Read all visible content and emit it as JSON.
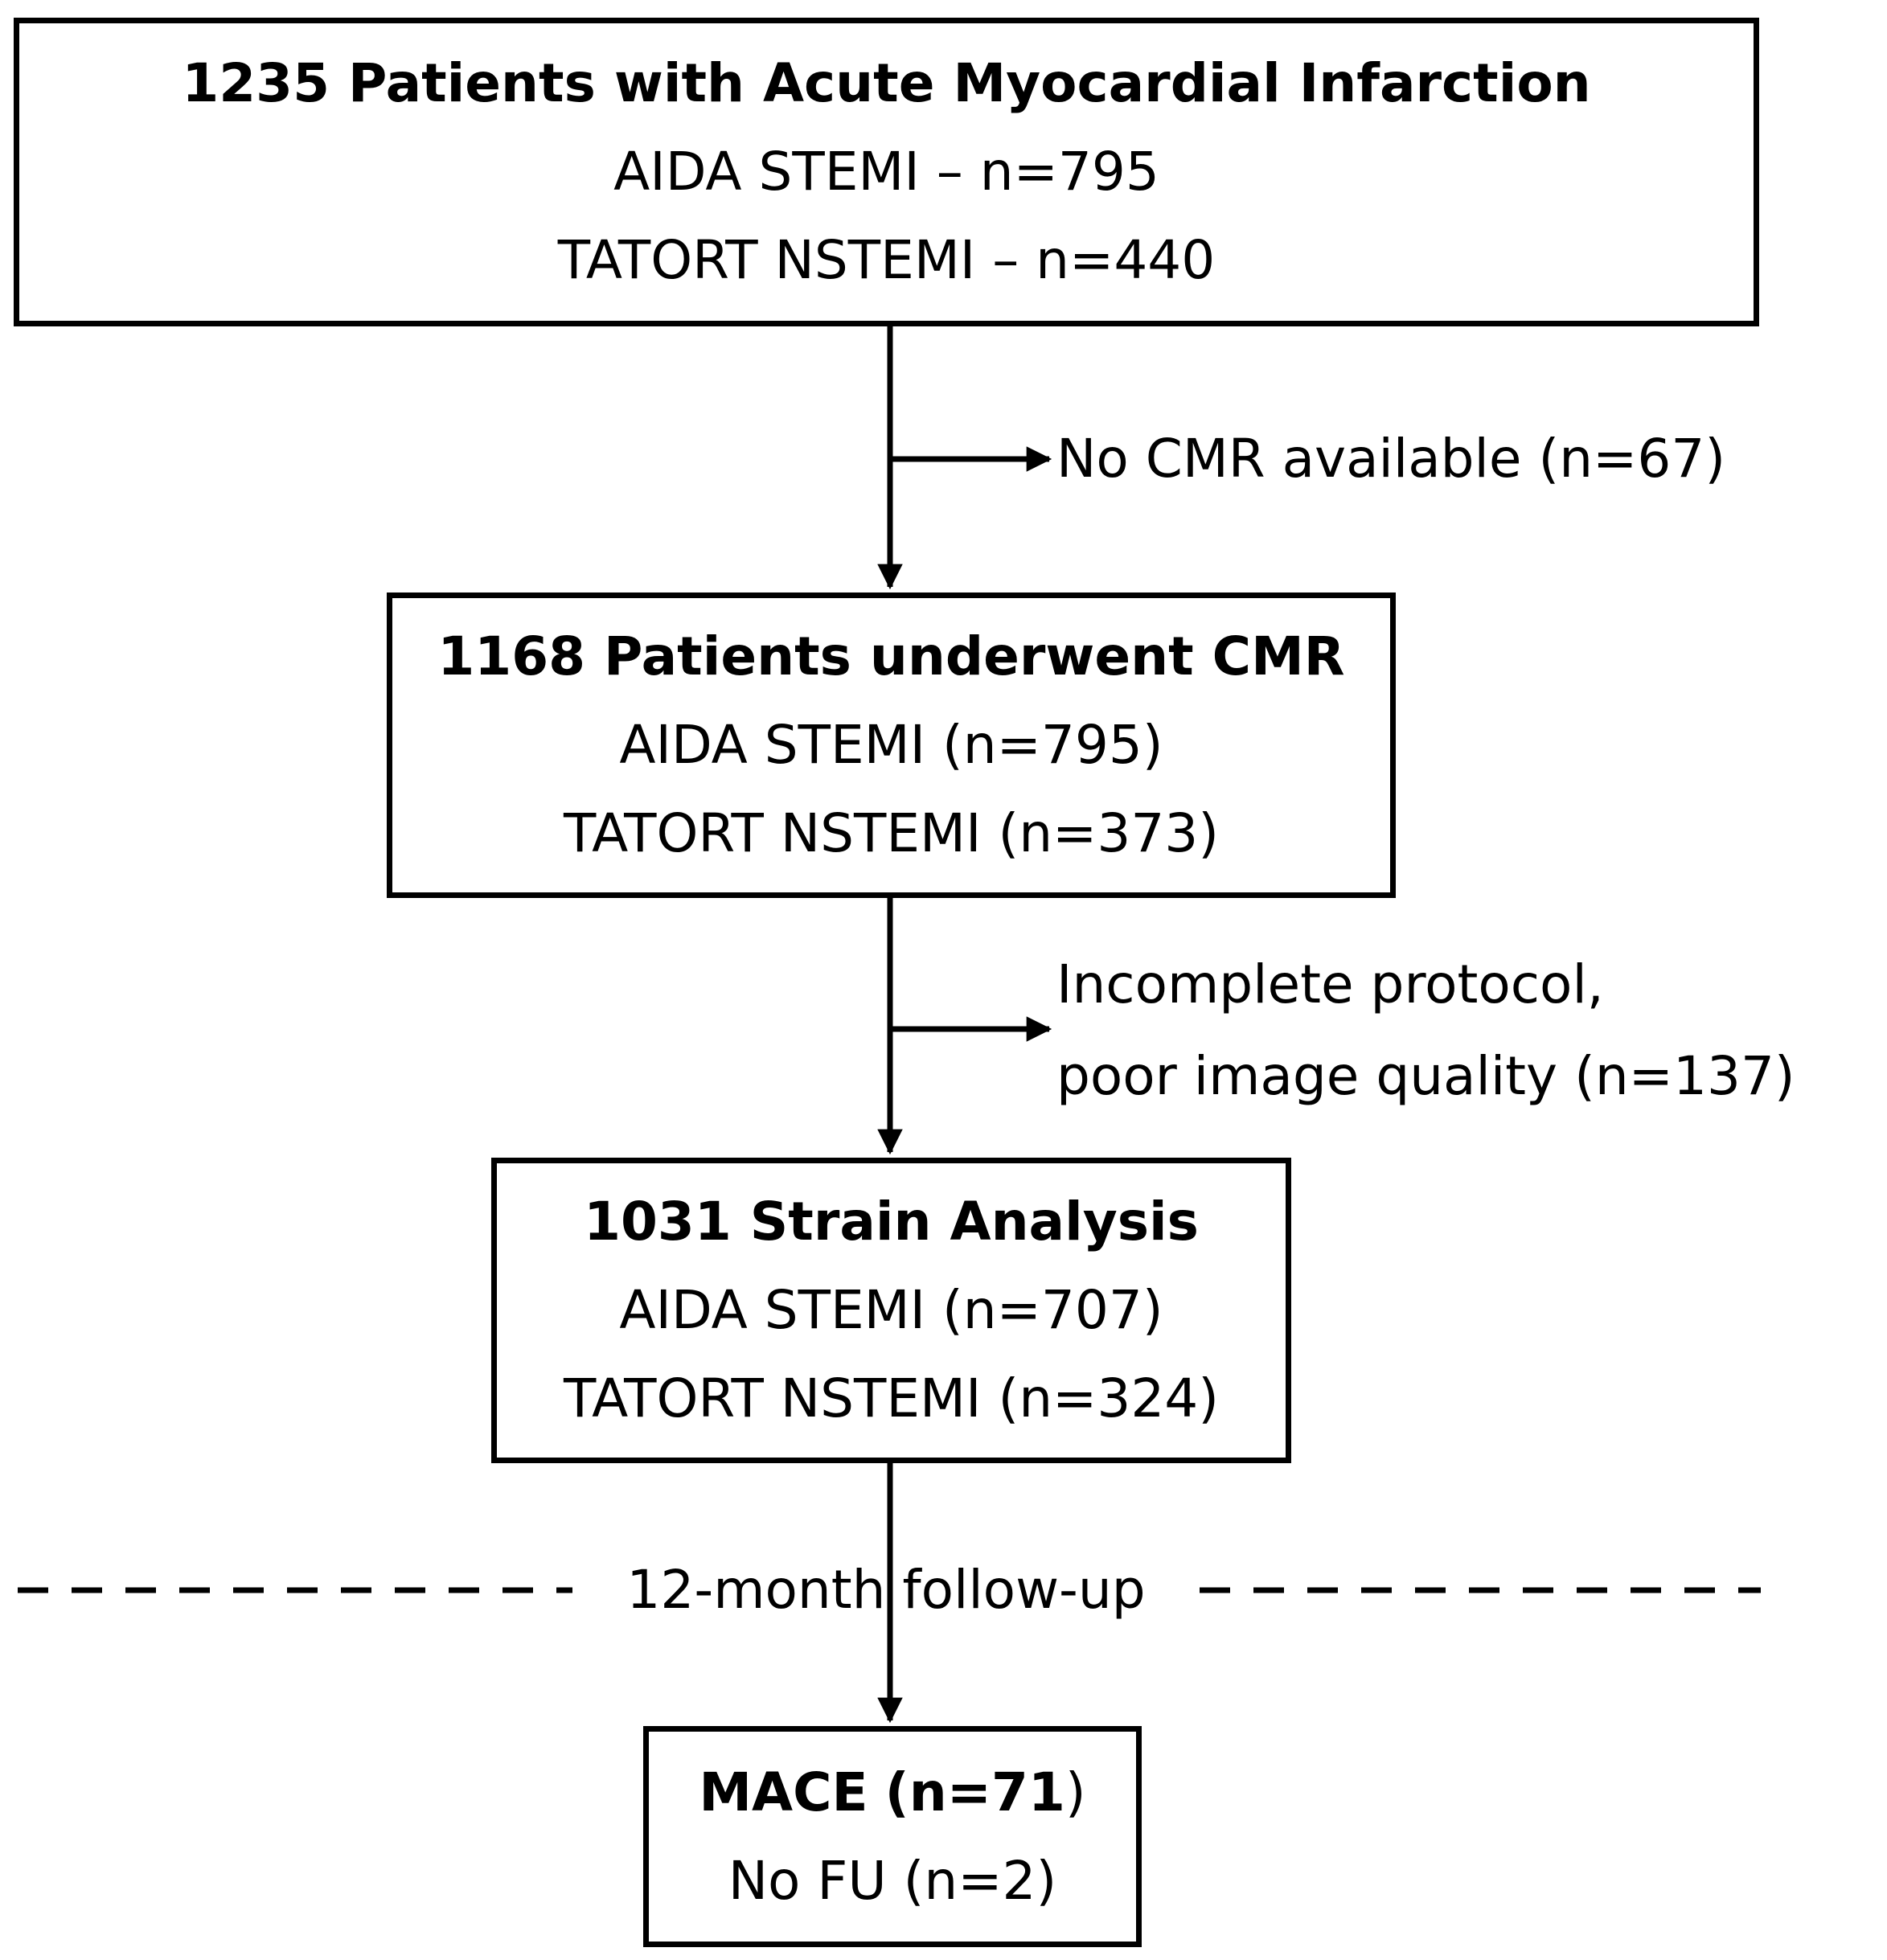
{
  "flowchart": {
    "enrolled": {
      "title": "1235 Patients with Acute Myocardial Infarction",
      "line1": "AIDA STEMI – n=795",
      "line2": "TATORT NSTEMI – n=440"
    },
    "exclusion_no_cmr": "No CMR available (n=67)",
    "underwent_cmr": {
      "title": "1168 Patients underwent CMR",
      "line1": "AIDA STEMI (n=795)",
      "line2": "TATORT NSTEMI (n=373)"
    },
    "exclusion_quality": {
      "line1": "Incomplete protocol,",
      "line2": "poor image quality (n=137)"
    },
    "strain_analysis": {
      "title": "1031 Strain Analysis",
      "line1": "AIDA STEMI (n=707)",
      "line2": "TATORT NSTEMI (n=324)"
    },
    "followup_label": "12-month follow-up",
    "outcome": {
      "mace_label": "MACE",
      "mace_count": "(n=71",
      "mace_close": ")",
      "no_fu": "No FU (n=2)"
    }
  },
  "colors": {
    "line": "#000000",
    "background": "#ffffff"
  }
}
